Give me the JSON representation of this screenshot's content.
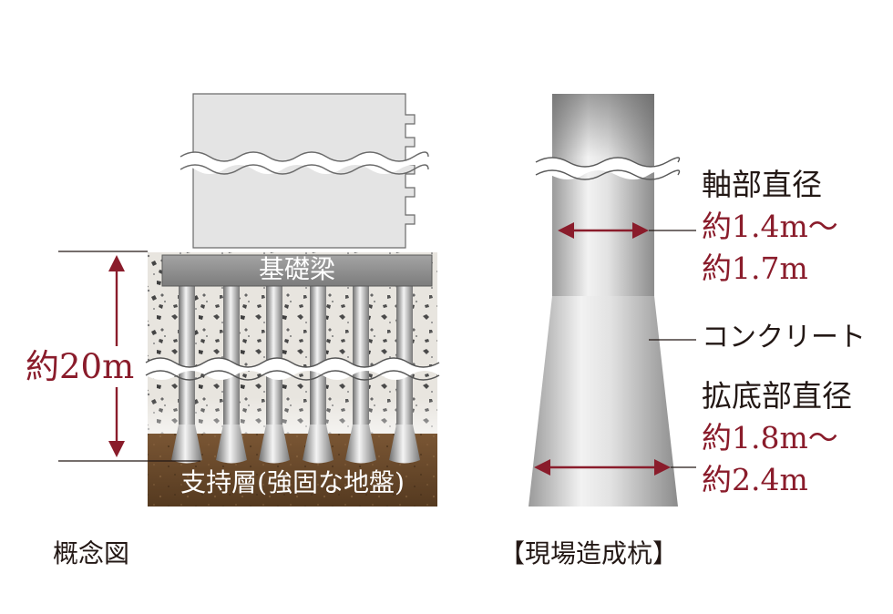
{
  "left_diagram": {
    "depth_label": "約20m",
    "beam_label": "基礎梁",
    "bearing_layer_label": "支持層(強固な地盤)",
    "caption": "概念図"
  },
  "right_diagram": {
    "shaft_title": "軸部直径",
    "shaft_range_line1": "約1.4m～",
    "shaft_range_line2": "約1.7m",
    "material_label": "コンクリート",
    "base_title": "拡底部直径",
    "base_range_line1": "約1.8m～",
    "base_range_line2": "約2.4m",
    "caption": "【現場造成杭】"
  },
  "colors": {
    "accent_red": "#8a1c2b",
    "text_dark": "#231815",
    "soil_brown": "#6b4a2b",
    "gravel_bg": "#e9e6e1",
    "beam_gray": "#8c8c8c"
  }
}
